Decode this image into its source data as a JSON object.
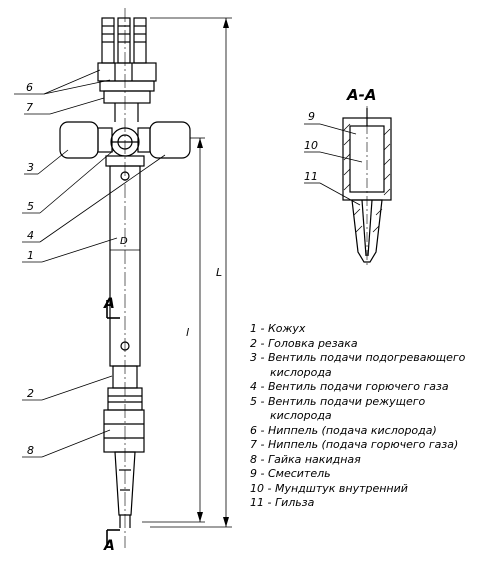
{
  "section_title": "А-А",
  "section_marker": "А",
  "dimensions": {
    "total_length": "L",
    "working_length": "l",
    "diameter": "D"
  },
  "callouts": {
    "left": [
      "6",
      "7",
      "3",
      "5",
      "4",
      "1",
      "2",
      "8"
    ],
    "section": [
      "9",
      "10",
      "11"
    ]
  },
  "legend": [
    {
      "num": "1",
      "text": "Кожух",
      "cont": ""
    },
    {
      "num": "2",
      "text": "Головка резака",
      "cont": ""
    },
    {
      "num": "3",
      "text": "Вентиль подачи подогревающего",
      "cont": "кислорода"
    },
    {
      "num": "4",
      "text": "Вентиль подачи горючего газа",
      "cont": ""
    },
    {
      "num": "5",
      "text": "Вентиль подачи режущего",
      "cont": "кислорода"
    },
    {
      "num": "6",
      "text": "Ниппель (подача кислорода)",
      "cont": ""
    },
    {
      "num": "7",
      "text": "Ниппель (подача горючего газа)",
      "cont": ""
    },
    {
      "num": "8",
      "text": "Гайка накидная",
      "cont": ""
    },
    {
      "num": "9",
      "text": "Смеситель",
      "cont": ""
    },
    {
      "num": "10",
      "text": "Мундштук внутренний",
      "cont": ""
    },
    {
      "num": "11",
      "text": "Гильза",
      "cont": ""
    }
  ]
}
